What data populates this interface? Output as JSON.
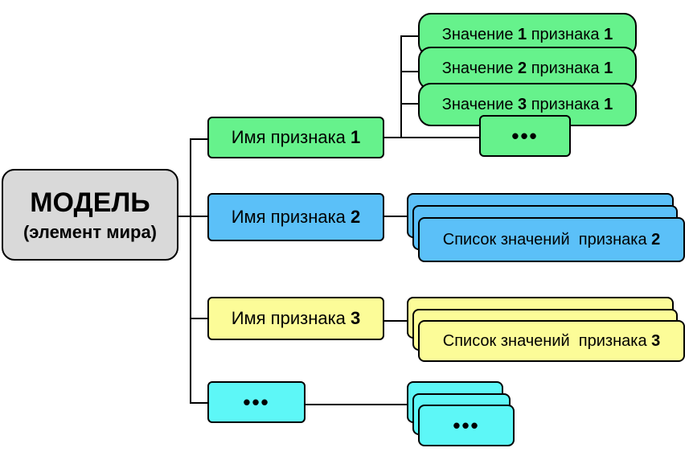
{
  "model": {
    "title": "МОДЕЛЬ",
    "subtitle": "(элемент мира)"
  },
  "attributes": [
    {
      "prefix": "Имя признака ",
      "num": "1"
    },
    {
      "prefix": "Имя признака ",
      "num": "2"
    },
    {
      "prefix": "Имя признака ",
      "num": "3"
    },
    {
      "dots": "•••"
    }
  ],
  "values_attr1": [
    {
      "a": "Значение ",
      "n": "1",
      "b": " признака ",
      "m": "1"
    },
    {
      "a": "Значение ",
      "n": "2",
      "b": " признака ",
      "m": "1"
    },
    {
      "a": "Значение ",
      "n": "3",
      "b": " признака ",
      "m": "1"
    },
    {
      "dots": "•••"
    }
  ],
  "lists": [
    {
      "text": "Список значений  признака ",
      "num": "2"
    },
    {
      "text": "Список значений  признака ",
      "num": "3"
    },
    {
      "dots": "•••"
    }
  ],
  "colors": {
    "green": "#66f28c",
    "blue": "#5bc0f8",
    "yellow": "#fcfc98",
    "cyan": "#5df7f7",
    "gray": "#d9d9d9"
  }
}
